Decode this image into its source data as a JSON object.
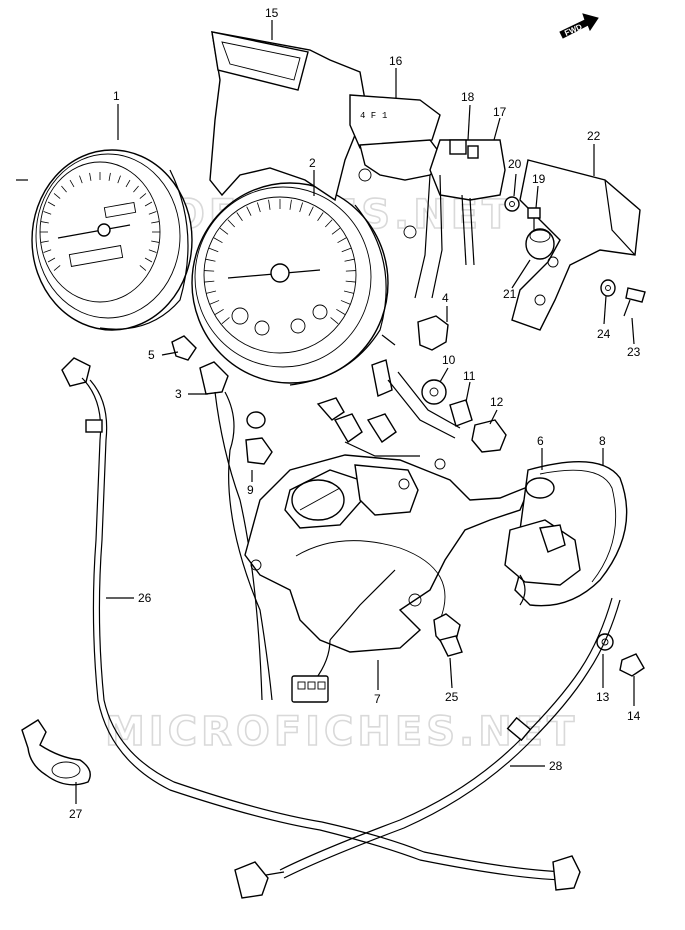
{
  "watermark": "MICROFICHES.NET",
  "fwd_badge": "FWD",
  "callouts": [
    {
      "id": "1",
      "text": "1"
    },
    {
      "id": "2",
      "text": "2"
    },
    {
      "id": "3",
      "text": "3"
    },
    {
      "id": "4",
      "text": "4"
    },
    {
      "id": "5",
      "text": "5"
    },
    {
      "id": "6",
      "text": "6"
    },
    {
      "id": "7",
      "text": "7"
    },
    {
      "id": "8",
      "text": "8"
    },
    {
      "id": "9",
      "text": "9"
    },
    {
      "id": "10",
      "text": "10"
    },
    {
      "id": "11",
      "text": "11"
    },
    {
      "id": "12",
      "text": "12"
    },
    {
      "id": "13",
      "text": "13"
    },
    {
      "id": "14",
      "text": "14"
    },
    {
      "id": "15",
      "text": "15"
    },
    {
      "id": "16",
      "text": "16"
    },
    {
      "id": "17",
      "text": "17"
    },
    {
      "id": "18",
      "text": "18"
    },
    {
      "id": "19",
      "text": "19"
    },
    {
      "id": "20",
      "text": "20"
    },
    {
      "id": "21",
      "text": "21"
    },
    {
      "id": "22",
      "text": "22"
    },
    {
      "id": "23",
      "text": "23"
    },
    {
      "id": "24",
      "text": "24"
    },
    {
      "id": "25",
      "text": "25"
    },
    {
      "id": "26",
      "text": "26"
    },
    {
      "id": "27",
      "text": "27"
    },
    {
      "id": "28",
      "text": "28"
    }
  ]
}
